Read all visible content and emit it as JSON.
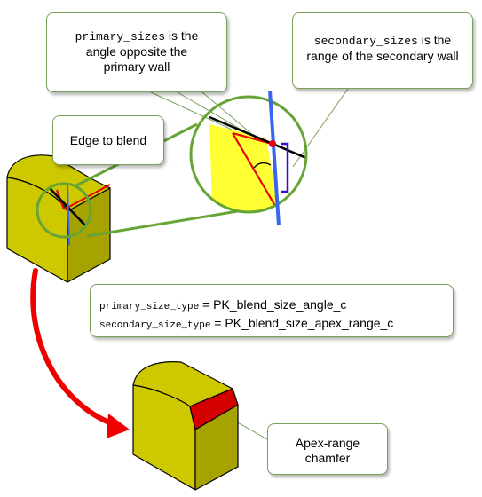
{
  "callouts": {
    "primary": {
      "code": "primary_sizes",
      "text_1": " is the",
      "text_2": "angle opposite the",
      "text_3": "primary wall"
    },
    "secondary": {
      "code": "secondary_sizes",
      "text_1": " is the",
      "text_2": "range of the secondary wall"
    },
    "edge": {
      "text": "Edge to blend"
    },
    "types": {
      "line1_code": "primary_size_type",
      "line1_value": " = PK_blend_size_angle_c",
      "line2_code": "secondary_size_type",
      "line2_value": " = PK_blend_size_apex_range_c"
    },
    "chamfer": {
      "text_1": "Apex-range",
      "text_2": "chamfer"
    }
  },
  "colors": {
    "body": "#cdc800",
    "body_dark": "#a6a200",
    "chamfer": "#d40000",
    "magnifier": "#66a436",
    "primary_wall": "#ffff33",
    "axis": "#3a66ee",
    "arrow": "#ee0000"
  }
}
